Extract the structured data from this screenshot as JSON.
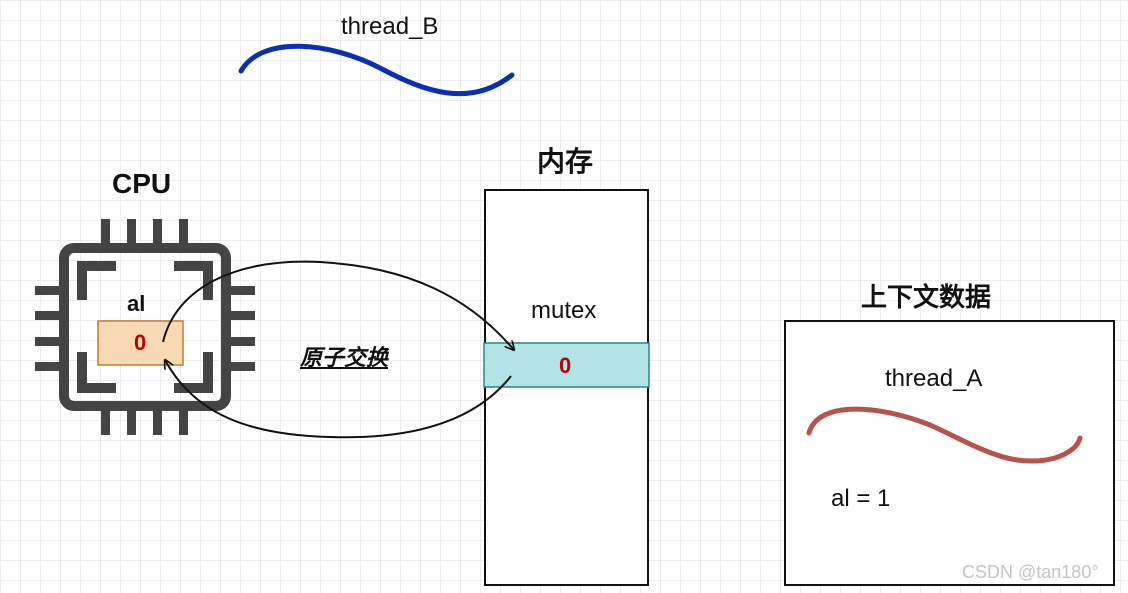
{
  "thread_b": {
    "label": "thread_B",
    "color": "#0a2fb0"
  },
  "cpu": {
    "title": "CPU",
    "register_name": "al",
    "register_value": "0",
    "register_fill": "#f8d9b4",
    "value_color": "#c00000"
  },
  "operation": {
    "label": "原子交换"
  },
  "memory": {
    "title": "内存",
    "variable": "mutex",
    "value": "0",
    "cell_fill": "#b2e3e6"
  },
  "context": {
    "title": "上下文数据",
    "thread_label": "thread_A",
    "register_line": "al = 1",
    "thread_color": "#b5534d"
  },
  "watermark": "CSDN @tan180°"
}
